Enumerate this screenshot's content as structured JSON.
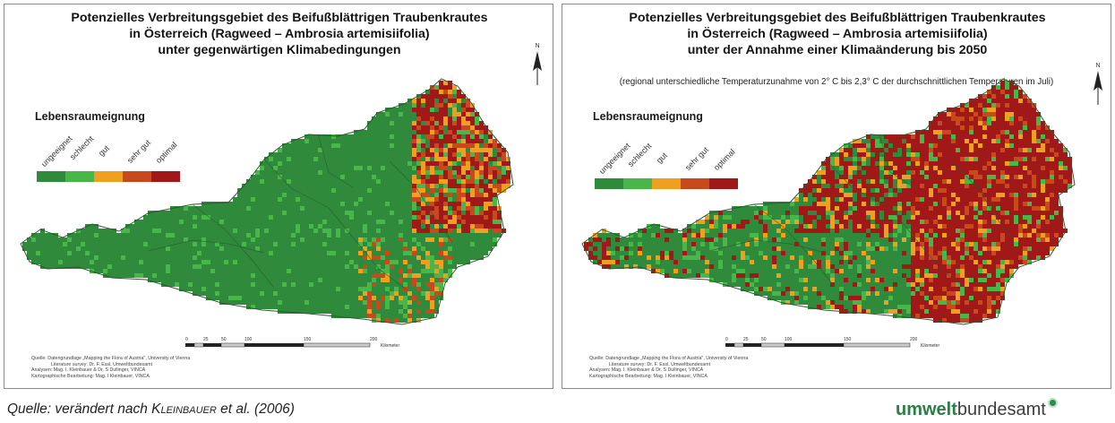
{
  "maps": [
    {
      "title_lines": [
        "Potenzielles Verbreitungsgebiet des Beifußblättrigen Traubenkrautes",
        "in Österreich (Ragweed – Ambrosia artemisiifolia)",
        "unter gegenwärtigen Klimabedingungen"
      ],
      "subnote": "",
      "legend_title": "Lebensraumeignung",
      "scenario": "present",
      "credits": [
        "Quelle: Datengrundlage „Mapping the Flora of Austria\", University of Vienna",
        "Literature survey: Dr. F. Essl, Umweltbundesamt",
        "Analysen: Mag. I. Kleinbauer & Dr. S Dullinger, VINCA",
        "Kartographische Bearbeitung: Mag. I Kleinbauer, VINCA"
      ]
    },
    {
      "title_lines": [
        "Potenzielles Verbreitungsgebiet des Beifußblättrigen Traubenkrautes",
        "in Österreich (Ragweed – Ambrosia artemisiifolia)",
        "unter der Annahme einer Klimaänderung bis 2050"
      ],
      "subnote": "(regional unterschiedliche Temperaturzunahme von 2° C bis 2,3° C der durchschnittlichen Temperaturen im Juli)",
      "legend_title": "Lebensraumeignung",
      "scenario": "2050",
      "credits": [
        "Quelle: Datengrundlage „Mapping the Flora of Austria\", University of Vienna",
        "Literature survey: Dr. F. Essl, Umweltbundesamt",
        "Analysen: Mag. I. Kleinbauer & Dr. S Dullinger, VINCA",
        "Kartographische Bearbeitung: Mag. I Kleinbauer, VINCA"
      ]
    }
  ],
  "legend_classes": [
    {
      "label": "ungeeignet",
      "color": "#2f8a3c"
    },
    {
      "label": "schlecht",
      "color": "#49b649"
    },
    {
      "label": "gut",
      "color": "#f0a020"
    },
    {
      "label": "sehr gut",
      "color": "#c84a1c"
    },
    {
      "label": "optimal",
      "color": "#a01818"
    }
  ],
  "scale_labels": [
    "0",
    "25",
    "50",
    "100",
    "150",
    "200",
    "Kilometer"
  ],
  "footer": {
    "source_prefix": "Quelle: verändert nach ",
    "author": "Kleinbauer",
    "source_suffix": " et al. (2006)"
  },
  "logo": {
    "bold": "umwelt",
    "rest": "bundesamt"
  }
}
